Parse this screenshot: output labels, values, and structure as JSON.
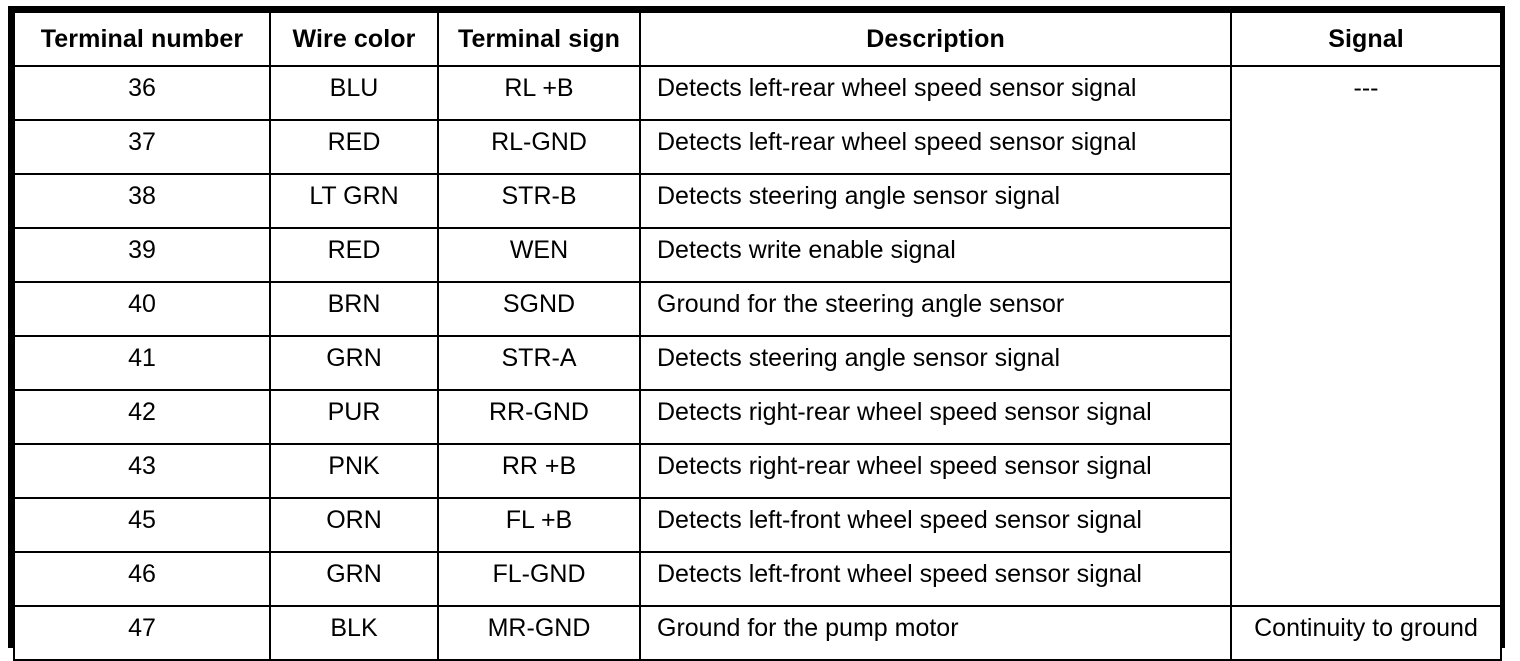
{
  "table": {
    "columns": [
      {
        "key": "terminal_number",
        "label": "Terminal number"
      },
      {
        "key": "wire_color",
        "label": "Wire color"
      },
      {
        "key": "terminal_sign",
        "label": "Terminal sign"
      },
      {
        "key": "description",
        "label": "Description"
      },
      {
        "key": "signal",
        "label": "Signal"
      }
    ],
    "rows": [
      {
        "terminal_number": "36",
        "wire_color": "BLU",
        "terminal_sign": "RL +B",
        "description": "Detects left-rear wheel speed sensor signal"
      },
      {
        "terminal_number": "37",
        "wire_color": "RED",
        "terminal_sign": "RL-GND",
        "description": "Detects left-rear wheel speed sensor signal"
      },
      {
        "terminal_number": "38",
        "wire_color": "LT GRN",
        "terminal_sign": "STR-B",
        "description": "Detects steering angle sensor signal"
      },
      {
        "terminal_number": "39",
        "wire_color": "RED",
        "terminal_sign": "WEN",
        "description": "Detects write enable signal"
      },
      {
        "terminal_number": "40",
        "wire_color": "BRN",
        "terminal_sign": "SGND",
        "description": "Ground for the steering angle sensor"
      },
      {
        "terminal_number": "41",
        "wire_color": "GRN",
        "terminal_sign": "STR-A",
        "description": "Detects steering angle sensor signal"
      },
      {
        "terminal_number": "42",
        "wire_color": "PUR",
        "terminal_sign": "RR-GND",
        "description": "Detects right-rear wheel speed sensor signal"
      },
      {
        "terminal_number": "43",
        "wire_color": "PNK",
        "terminal_sign": "RR +B",
        "description": "Detects right-rear wheel speed sensor signal"
      },
      {
        "terminal_number": "45",
        "wire_color": "ORN",
        "terminal_sign": "FL +B",
        "description": "Detects left-front wheel speed sensor signal"
      },
      {
        "terminal_number": "46",
        "wire_color": "GRN",
        "terminal_sign": "FL-GND",
        "description": "Detects left-front wheel speed sensor signal"
      },
      {
        "terminal_number": "47",
        "wire_color": "BLK",
        "terminal_sign": "MR-GND",
        "description": "Ground for the pump motor"
      }
    ],
    "signal_cells": {
      "merged_rows_36_to_46": "---",
      "row_47": "Continuity to ground"
    }
  }
}
